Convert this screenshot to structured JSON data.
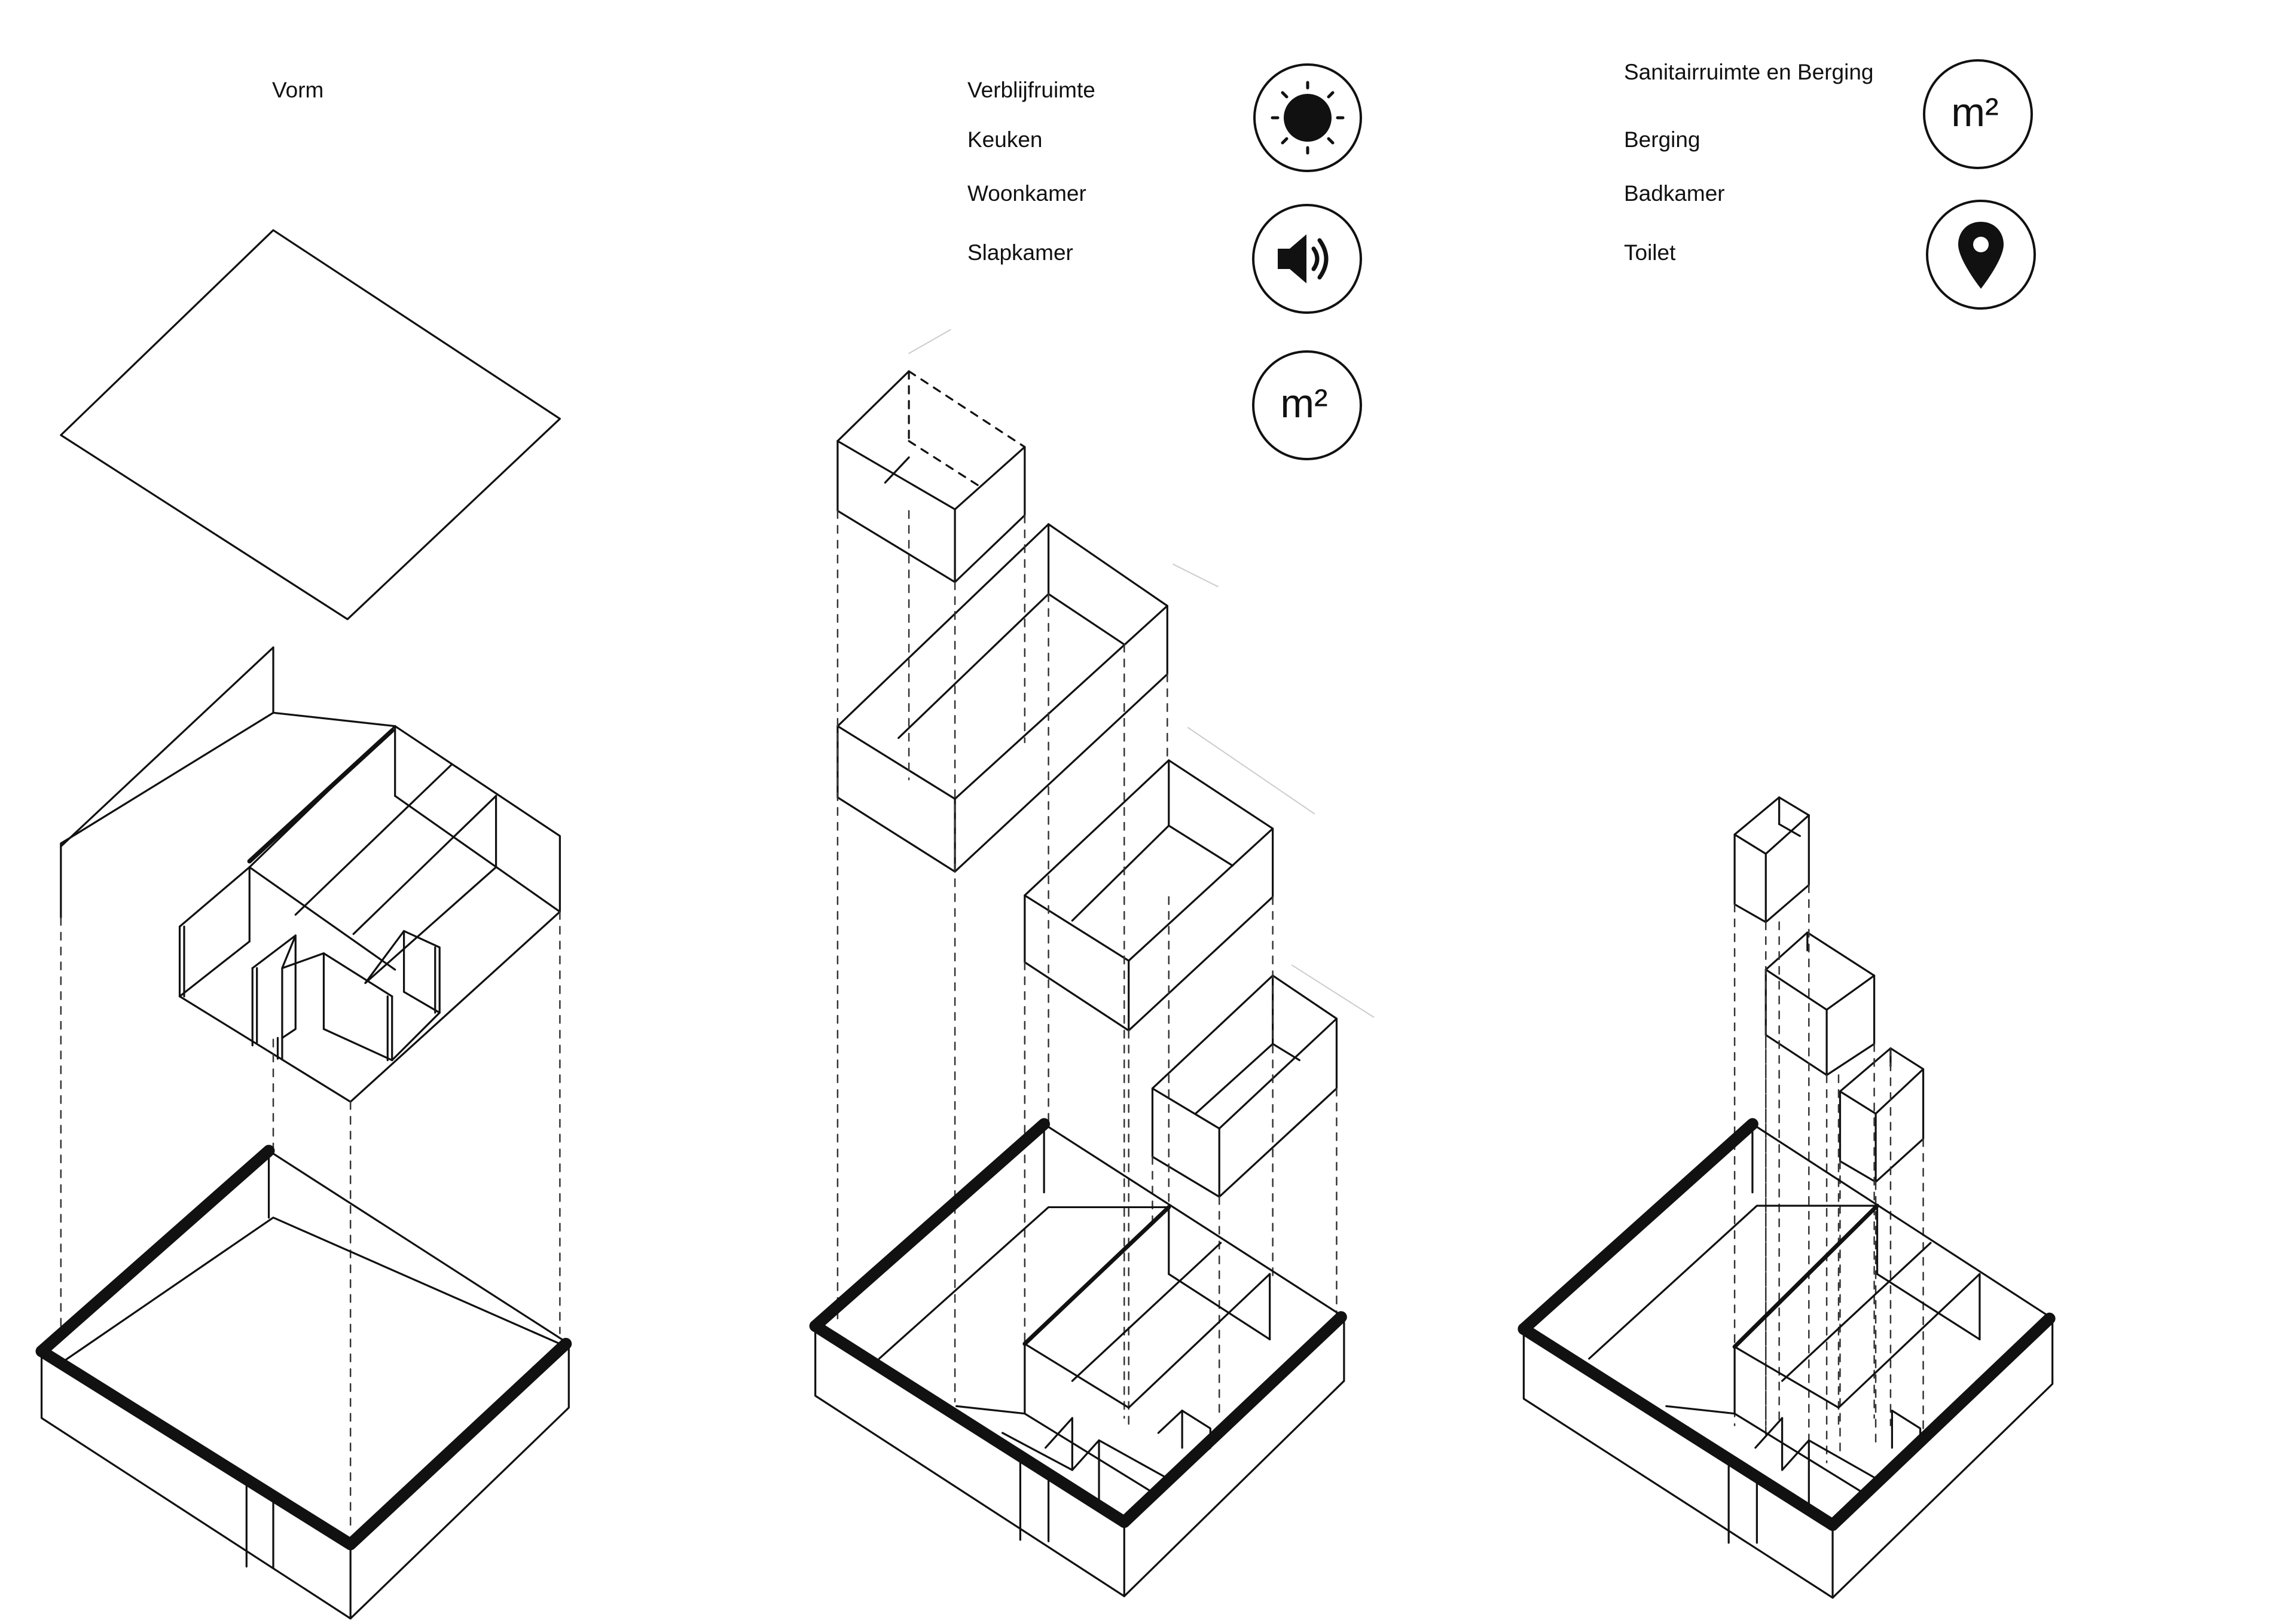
{
  "columns": {
    "form": {
      "title": "Vorm"
    },
    "living": {
      "title": "Verblijfruimte",
      "items": [
        "Keuken",
        "Woonkamer",
        "Slapkamer"
      ]
    },
    "sanitary": {
      "title": "Sanitairruimte en Berging",
      "items": [
        "Berging",
        "Badkamer",
        "Toilet"
      ]
    }
  },
  "icons": {
    "sun": {
      "name": "sun-icon"
    },
    "sound": {
      "name": "speaker-icon"
    },
    "area_living": {
      "name": "area-icon",
      "text": "m²"
    },
    "area_sanitary": {
      "name": "area-icon",
      "text": "m²"
    },
    "location": {
      "name": "location-pin-icon"
    }
  },
  "colors": {
    "line": "#111111",
    "background": "#ffffff",
    "dash": "#333333"
  }
}
